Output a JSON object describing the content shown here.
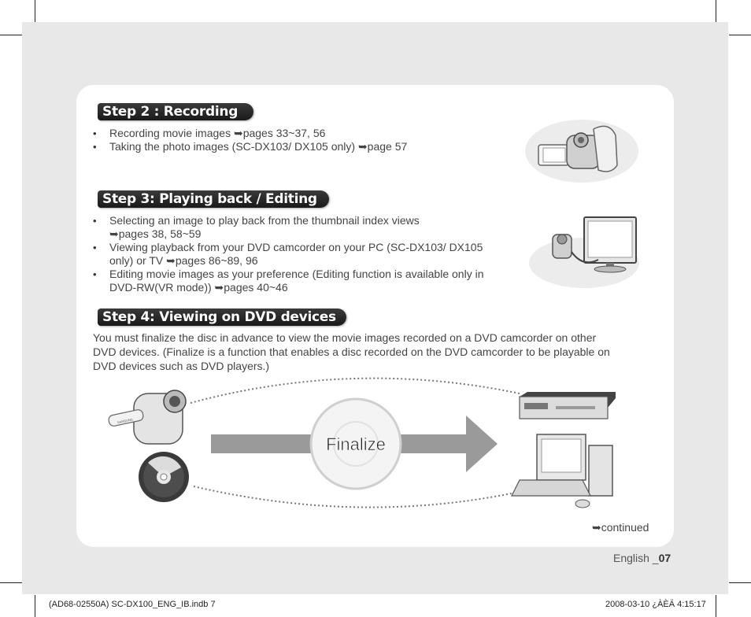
{
  "step2": {
    "header": "Step 2 : Recording",
    "bullets": [
      "Recording movie images ➥pages 33~37, 56",
      "Taking the photo images (SC-DX103/ DX105 only) ➥page 57"
    ]
  },
  "step3": {
    "header": "Step 3: Playing back / Editing",
    "bullets": [
      {
        "line1": "Selecting an image to play back from the thumbnail index views",
        "line2": "➥pages 38, 58~59"
      },
      {
        "line1": "Viewing playback from your DVD camcorder on your PC (SC-DX103/ DX105",
        "line2": "only) or TV ➥pages 86~89, 96"
      },
      {
        "line1": "Editing movie images as your preference (Editing function is available only in",
        "line2": "DVD-RW(VR mode)) ➥pages 40~46"
      }
    ]
  },
  "step4": {
    "header": "Step 4: Viewing on DVD devices",
    "paragraph": [
      "You must finalize the disc in advance to view the movie images recorded on a DVD camcorder on other",
      "DVD devices. (Finalize is a function that enables a disc recorded on the DVD camcorder to be playable on",
      "DVD devices such as DVD players.)"
    ]
  },
  "diagram": {
    "center_label": "Finalize",
    "camcorder_brand": "SAMSUNG"
  },
  "continued": "➥continued",
  "page_label": {
    "language": "English _",
    "number": "07"
  },
  "print_footer": {
    "file": "(AD68-02550A) SC-DX100_ENG_IB.indb   7",
    "datetime": "2008-03-10   ¿ÀÈÄ 4:15:17"
  }
}
